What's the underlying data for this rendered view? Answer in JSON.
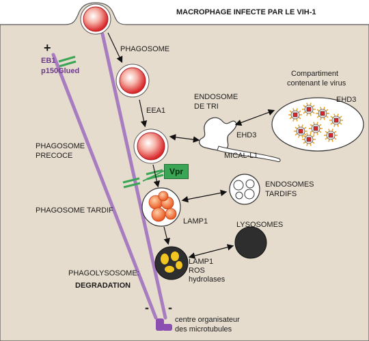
{
  "title": "MACROPHAGE INFECTE PAR LE VIH-1",
  "microtubule_labels": {
    "plus": "+",
    "minus": "-",
    "eb1": "EB1",
    "p150": "p150Glued"
  },
  "labels": {
    "phagosome": "PHAGOSOME",
    "eea1": "EEA1",
    "endosome_tri_1": "ENDOSOME",
    "endosome_tri_2": "DE TRI",
    "ehd3_small": "EHD3",
    "mical": "MICAL-L1",
    "compartment_1": "Compartiment",
    "compartment_2": "contenant le virus",
    "ehd3_comp": "EHD3",
    "phago_precoce_1": "PHAGOSOME",
    "phago_precoce_2": "PRECOCE",
    "vpr": "Vpr",
    "endosomes_tardifs_1": "ENDOSOMES",
    "endosomes_tardifs_2": "TARDIFS",
    "phago_tardif": "PHAGOSOME TARDIF",
    "lamp1_a": "LAMP1",
    "lysosomes": "LYSOSOMES",
    "phagolysosome": "PHAGOLYSOSOME:",
    "degradation": "DEGRADATION",
    "lamp1_b": "LAMP1",
    "ros": "ROS",
    "hydrolases": "hydrolases",
    "mtoc_1": "centre organisateur",
    "mtoc_2": "des microtubules"
  },
  "colors": {
    "cell": "#e6dccd",
    "microtubule": "#a77cc0",
    "phagosome_red": "#d9282b",
    "virus_spike": "#e8a020",
    "vpr_green": "#3aa655",
    "lysosome": "#2e2e2e",
    "yellow": "#f3c520"
  }
}
